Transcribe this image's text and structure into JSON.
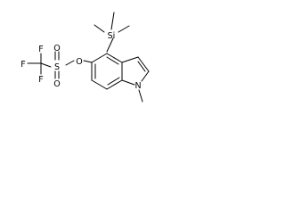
{
  "structure": {
    "atoms": {
      "si": "Si",
      "o_ether": "O",
      "s": "S",
      "o_sulfonyl_a": "O",
      "o_sulfonyl_b": "O",
      "f1": "F",
      "f2": "F",
      "f3": "F",
      "n": "N"
    }
  },
  "colors": {
    "ink": "#000000",
    "background": "#ffffff"
  }
}
